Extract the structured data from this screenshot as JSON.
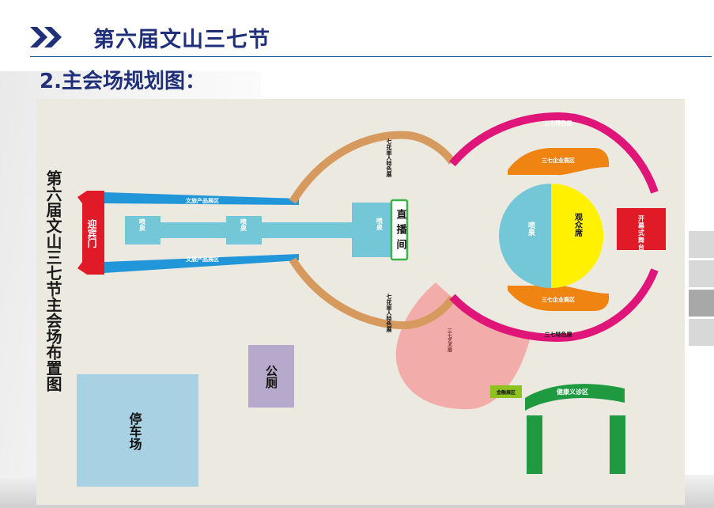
{
  "header": {
    "title": "第六届文山三七节",
    "subtitle": "2.主会场规划图："
  },
  "map": {
    "title": "第六届文山三七节主会场布置图",
    "labels": {
      "entrance_gate": "迎宾门",
      "culture_zone_top": "文旅产品展区",
      "culture_zone_bottom": "文旅产品展区",
      "fountain_1": "喷泉",
      "fountain_2": "喷泉",
      "fountain_3": "喷泉",
      "fountain_4": "喷泉",
      "broadcast_room": "直播间",
      "qihua_top": "七花丽人特色展",
      "qihua_bottom": "七花丽人特色展",
      "sanqi_special_top": "三七特色展",
      "sanqi_special_bottom": "三七特色展",
      "sanqi_enterprise_top": "三七企业展区",
      "sanqi_enterprise_bottom": "三七企业展区",
      "audience_seats": "观众席",
      "stage": "开幕式舞台",
      "sanqi_art": "三七艺术展",
      "finance_zone": "金融展区",
      "health_zone": "健康义诊区",
      "toilet": "公厕",
      "parking": "停车场"
    },
    "colors": {
      "background": "#eceae0",
      "blue_zone": "#2196d9",
      "fountain": "#73c7d6",
      "tan_arc": "#d79a5e",
      "magenta_arc": "#e0157a",
      "orange_zone": "#ef8412",
      "audience": "#fff100",
      "stage": "#e11a27",
      "entrance": "#e11a27",
      "art_zone": "#f2adaa",
      "green_zone": "#1f9a40",
      "finance": "#8dc21f",
      "toilet": "#b7a9cc",
      "parking": "#a8d2e3",
      "header_text": "#1f2f7a"
    }
  }
}
